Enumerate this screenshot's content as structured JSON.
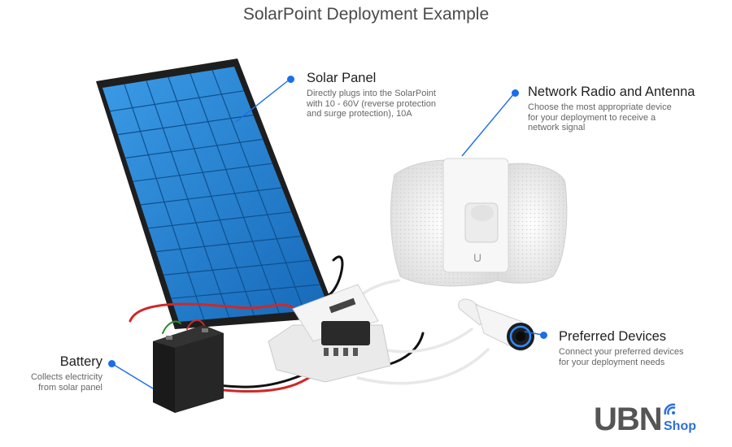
{
  "title": "SolarPoint Deployment Example",
  "callouts": {
    "solar_panel": {
      "label": "Solar Panel",
      "desc_lines": [
        "Directly plugs into the SolarPoint",
        "with 10 - 60V (reverse protection",
        "and surge protection), 10A"
      ]
    },
    "network_radio": {
      "label": "Network Radio and Antenna",
      "desc_lines": [
        "Choose the most appropriate device",
        "for your deployment to receive a",
        "network signal"
      ]
    },
    "preferred_devices": {
      "label": "Preferred Devices",
      "desc_lines": [
        "Connect your preferred devices",
        "for your deployment needs"
      ]
    },
    "battery": {
      "label": "Battery",
      "desc_lines": [
        "Collects electricity",
        "from solar panel"
      ]
    }
  },
  "logo": {
    "main": "UBN",
    "sub": "Shop"
  },
  "colors": {
    "accent": "#1a6fe8",
    "panel_cell": "#1d85d4",
    "panel_frame": "#222222",
    "cable_red": "#d02828"
  }
}
